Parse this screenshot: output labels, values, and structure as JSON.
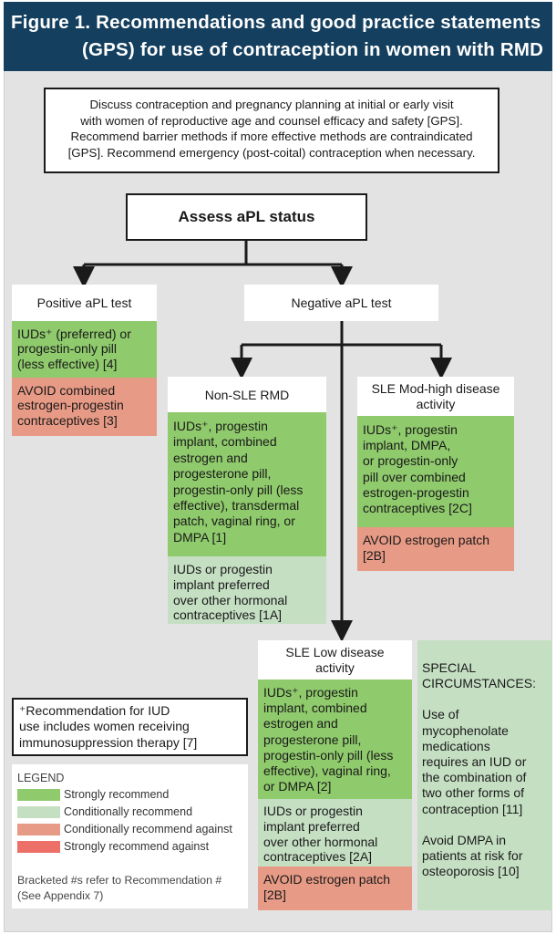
{
  "title": {
    "line1": "Figure 1. Recommendations and good practice statements",
    "line2": "(GPS) for use of contraception in women with RMD"
  },
  "intro": {
    "lines": [
      "Discuss contraception and pregnancy planning at initial or early visit",
      "with women of reproductive age and counsel efficacy and safety [GPS].",
      "Recommend barrier methods if more effective methods are contraindicated",
      "[GPS]. Recommend emergency (post-coital) contraception when necessary."
    ]
  },
  "assess": {
    "label": "Assess aPL status"
  },
  "positive": {
    "header": "Positive aPL test",
    "green_lines": [
      "IUDs⁺ (preferred) or",
      "progestin-only pill",
      "(less effective) [4]"
    ],
    "salmon_lines": [
      "AVOID combined",
      "estrogen-progestin",
      "contraceptives [3]"
    ]
  },
  "negative": {
    "header": "Negative aPL test"
  },
  "non_sle": {
    "header": "Non-SLE RMD",
    "green_lines": [
      "IUDs⁺, progestin",
      "implant, combined",
      "estrogen and",
      "progesterone pill,",
      "progestin-only pill (less",
      "effective), transdermal",
      "patch, vaginal ring, or",
      "DMPA [1]"
    ],
    "lightgreen_lines": [
      "IUDs or progestin",
      "implant preferred",
      "over other hormonal",
      "contraceptives [1A]"
    ]
  },
  "sle_high": {
    "header_lines": [
      "SLE Mod-high disease",
      "activity"
    ],
    "green_lines": [
      "IUDs⁺, progestin",
      "implant, DMPA,",
      "or progestin-only",
      "pill over combined",
      "estrogen-progestin",
      "contraceptives [2C]"
    ],
    "salmon_lines": [
      "AVOID estrogen patch",
      "[2B]"
    ]
  },
  "sle_low": {
    "header_lines": [
      "SLE Low disease",
      "activity"
    ],
    "green_lines": [
      "IUDs⁺, progestin",
      "implant, combined",
      "estrogen and",
      "progesterone pill,",
      "progestin-only pill (less",
      "effective), vaginal ring,",
      "or DMPA [2]"
    ],
    "lightgreen_lines": [
      "IUDs or progestin",
      "implant preferred",
      "over other hormonal",
      "contraceptives [2A]"
    ],
    "salmon_lines": [
      "AVOID estrogen patch",
      "[2B]"
    ]
  },
  "special": {
    "header_lines": [
      "SPECIAL",
      "CIRCUMSTANCES:"
    ],
    "para1_lines": [
      "Use of",
      "mycophenolate",
      "medications",
      "requires an IUD or",
      "the combination of",
      "two other forms of",
      "contraception [11]"
    ],
    "para2_lines": [
      "Avoid DMPA in",
      "patients at risk for",
      "osteoporosis [10]"
    ]
  },
  "footnote": {
    "lines": [
      "⁺Recommendation for IUD",
      "use includes women receiving",
      "immunosuppression therapy [7]"
    ]
  },
  "legend": {
    "title": "LEGEND",
    "items": [
      {
        "label": "Strongly recommend",
        "color": "#8fca6c"
      },
      {
        "label": "Conditionally recommend",
        "color": "#c5dfc3"
      },
      {
        "label": "Conditionally recommend against",
        "color": "#e79a85"
      },
      {
        "label": "Strongly recommend against",
        "color": "#ec6f68"
      }
    ],
    "note_lines": [
      "Bracketed #s refer to Recommendation #",
      "(See Appendix 7)"
    ]
  },
  "colors": {
    "title_bg": "#143f5e",
    "strong": "#8fca6c",
    "conditional": "#c5dfc3",
    "cond_against": "#e79a85",
    "strong_against": "#ec6f68"
  }
}
